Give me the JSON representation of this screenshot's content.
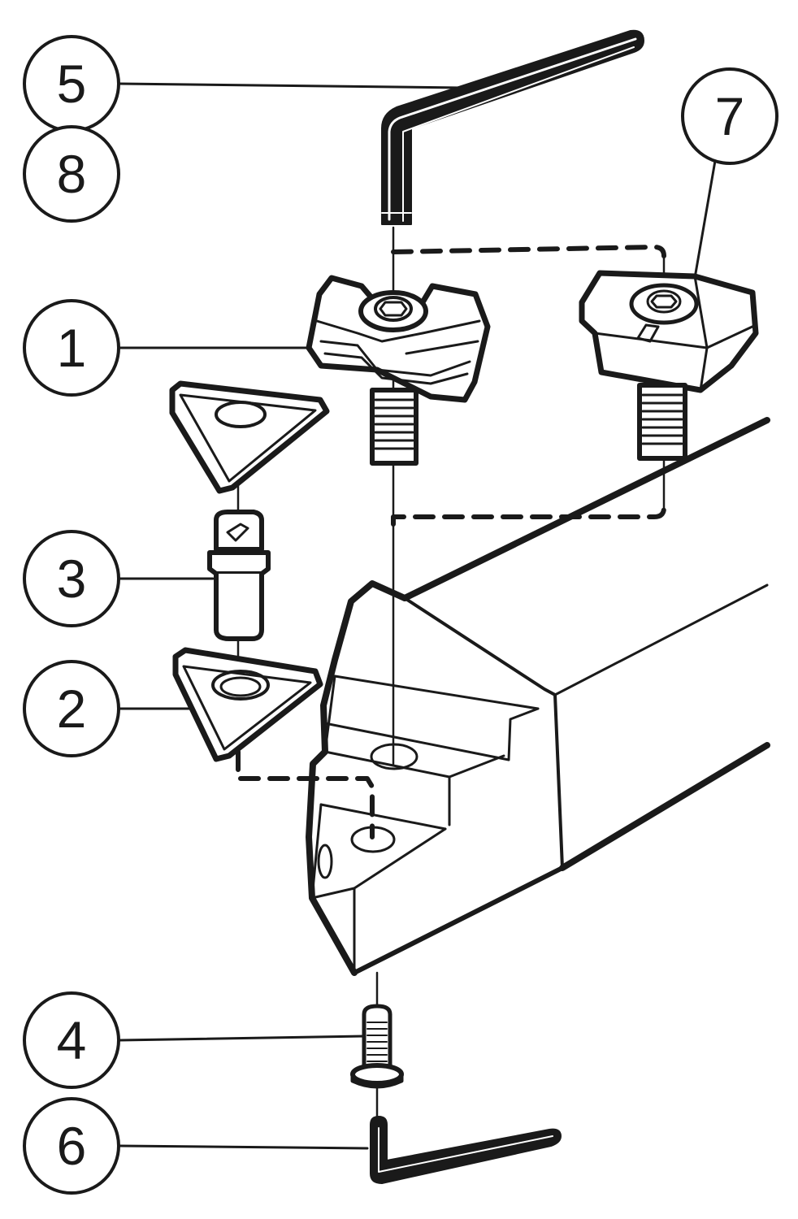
{
  "diagram": {
    "colors": {
      "ink": "#1a1a1a",
      "paper": "#ffffff"
    },
    "callouts": [
      {
        "id": "5",
        "label": "5"
      },
      {
        "id": "8",
        "label": "8"
      },
      {
        "id": "7",
        "label": "7"
      },
      {
        "id": "1",
        "label": "1"
      },
      {
        "id": "3",
        "label": "3"
      },
      {
        "id": "2",
        "label": "2"
      },
      {
        "id": "4",
        "label": "4"
      },
      {
        "id": "6",
        "label": "6"
      }
    ]
  }
}
